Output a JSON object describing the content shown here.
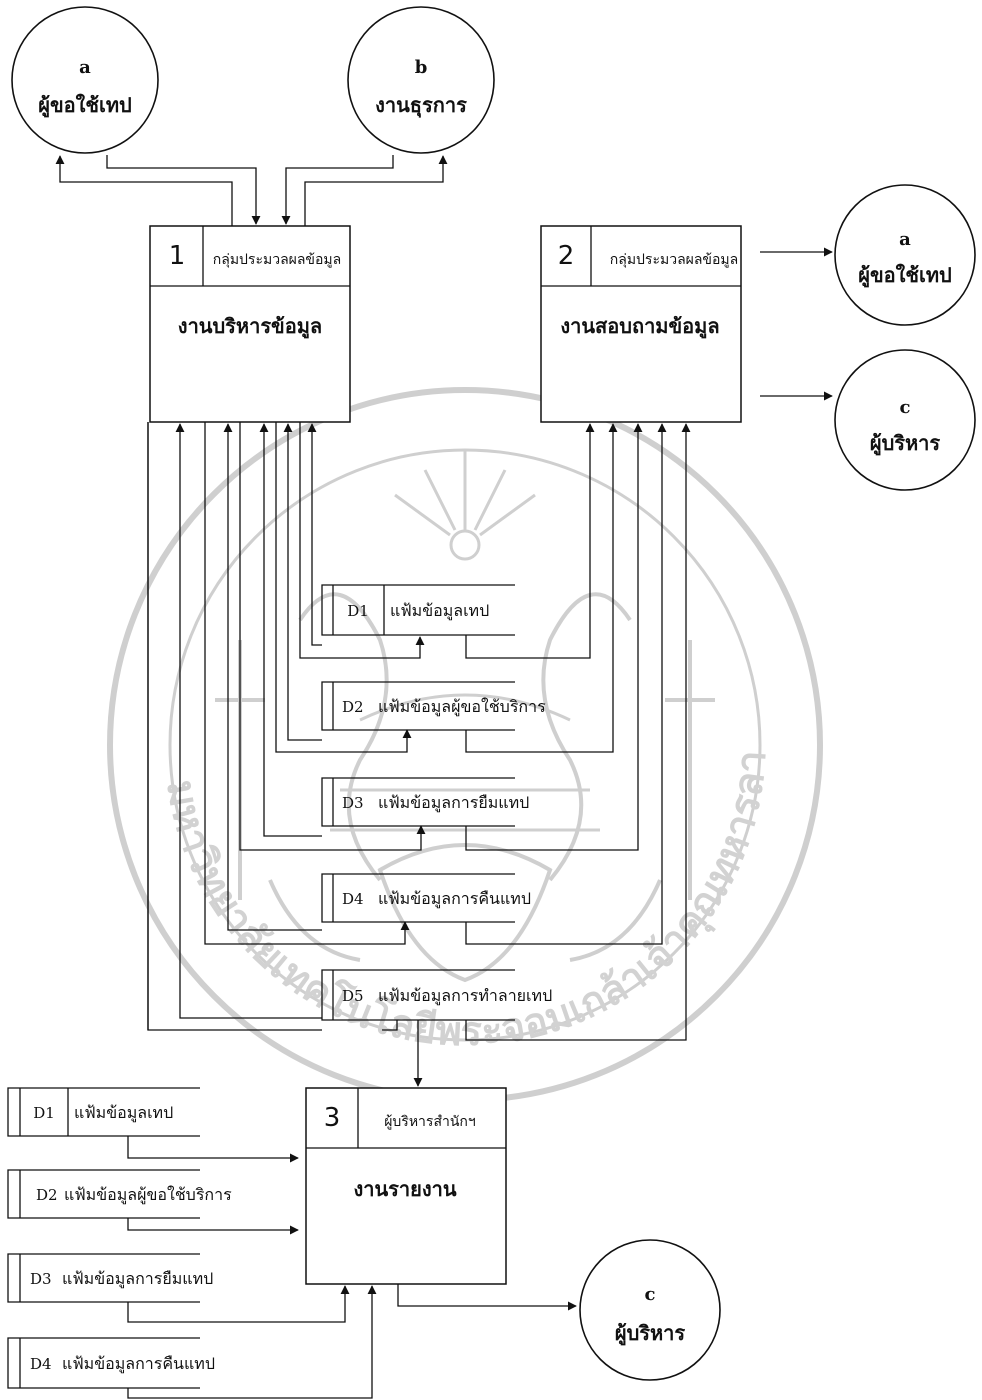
{
  "watermark": {
    "seal_text": "มหาวิทยาลัยเทคโนโลยีพระจอมเกล้าเจ้าคุณทหารลาดกระบัง"
  },
  "entities": [
    {
      "id": "a",
      "name": "ผู้ขอใช้เทป"
    },
    {
      "id": "b",
      "name": "งานธุรการ"
    },
    {
      "id": "a",
      "name": "ผู้ขอใช้เทป"
    },
    {
      "id": "c",
      "name": "ผู้บริหาร"
    },
    {
      "id": "c",
      "name": "ผู้บริหาร"
    }
  ],
  "processes": [
    {
      "num": "1",
      "actor": "กลุ่มประมวลผลข้อมูล",
      "name": "งานบริหารข้อมูล"
    },
    {
      "num": "2",
      "actor": "กลุ่มประมวลผลข้อมูล",
      "name": "งานสอบถามข้อมูล"
    },
    {
      "num": "3",
      "actor": "ผู้บริหารสำนักฯ",
      "name": "งานรายงาน"
    }
  ],
  "datastores": [
    {
      "id": "D1",
      "name": "แฟ้มข้อมูลเทป"
    },
    {
      "id": "D2",
      "name": "แฟ้มข้อมูลผู้ขอใช้บริการ"
    },
    {
      "id": "D3",
      "name": "แฟ้มข้อมูลการยืมแทป"
    },
    {
      "id": "D4",
      "name": "แฟ้มข้อมูลการคืนแทป"
    },
    {
      "id": "D5",
      "name": "แฟ้มข้อมูลการทำลายเทป"
    }
  ],
  "left_datastores": [
    {
      "id": "D1",
      "name": "แฟ้มข้อมูลเทป"
    },
    {
      "id": "D2",
      "name": "แฟ้มข้อมูลผู้ขอใช้บริการ"
    },
    {
      "id": "D3",
      "name": "แฟ้มข้อมูลการยืมแทป"
    },
    {
      "id": "D4",
      "name": "แฟ้มข้อมูลการคืนแทป"
    }
  ]
}
